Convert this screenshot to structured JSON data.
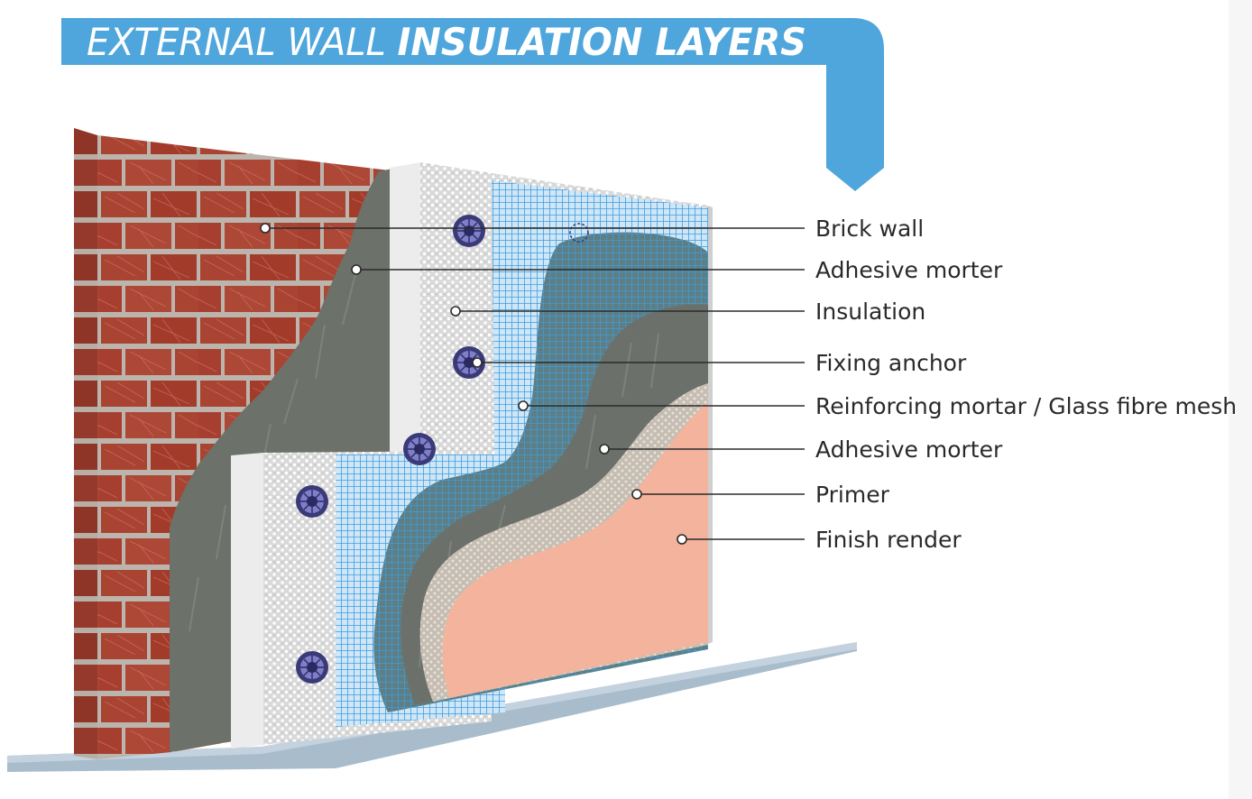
{
  "title": {
    "light": "EXTERNAL WALL ",
    "bold": "INSULATION LAYERS"
  },
  "colors": {
    "banner": "#4ea6dc",
    "brick": "#a83f2f",
    "mortar_joint": "#b9b3ac",
    "adhesive": "#6b716a",
    "insulation": "#d7d7d7",
    "mesh": "#4aa6e0",
    "primer": "#c8bfb5",
    "render": "#f3b29a",
    "ground": "#9fb3c4"
  },
  "labels": [
    {
      "text": "Brick wall"
    },
    {
      "text": "Adhesive morter"
    },
    {
      "text": "Insulation"
    },
    {
      "text": "Fixing anchor"
    },
    {
      "text": "Reinforcing mortar / Glass fibre mesh"
    },
    {
      "text": "Adhesive morter"
    },
    {
      "text": "Primer"
    },
    {
      "text": "Finish render"
    }
  ]
}
